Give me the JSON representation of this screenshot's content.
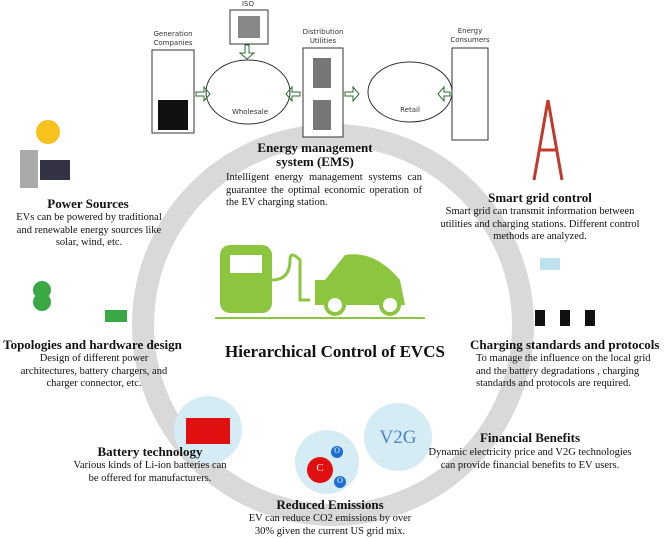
{
  "market": {
    "iso": "ISO",
    "generation": "Generation Companies",
    "distribution": "Distribution Utilities",
    "consumers": "Energy Consumers",
    "wholesale": "Wholesale",
    "retail": "Retail"
  },
  "center_title": "Hierarchical Control of EVCS",
  "v2g_label": "V2G",
  "co2": {
    "c": "C",
    "o": "O"
  },
  "sections": {
    "ems": {
      "title": "Energy management system (EMS)",
      "body": "Intelligent energy management systems can guarantee the optimal economic operation of the EV charging station."
    },
    "power": {
      "title": "Power Sources",
      "body": "EVs can be powered by traditional and renewable energy sources like solar, wind, etc."
    },
    "smart": {
      "title": "Smart grid control",
      "body": "Smart grid can transmit information between utilities and charging stations. Different control methods are analyzed."
    },
    "topo": {
      "title": "Topologies and hardware design",
      "body": "Design of different power architectures,  battery chargers, and charger connector, etc."
    },
    "charging": {
      "title": "Charging standards and protocols",
      "body": "To manage the influence on the local grid and the battery degradations , charging standards and protocols are required."
    },
    "battery": {
      "title": "Battery technology",
      "body": "Various kinds of Li-ion batteries can be offered for manufacturers."
    },
    "financial": {
      "title": "Financial Benefits",
      "body": "Dynamic electricity price and V2G technologies can provide financial benefits to EV users."
    },
    "emissions": {
      "title": "Reduced Emissions",
      "body": "EV can reduce CO2 emissions by over 30% given the current US grid mix."
    }
  },
  "colors": {
    "ring": "#d9d9d9",
    "green": "#8cc63f",
    "v2g_bg": "#d6ecf5",
    "v2g_text": "#4a86c8",
    "red": "#e01010"
  }
}
